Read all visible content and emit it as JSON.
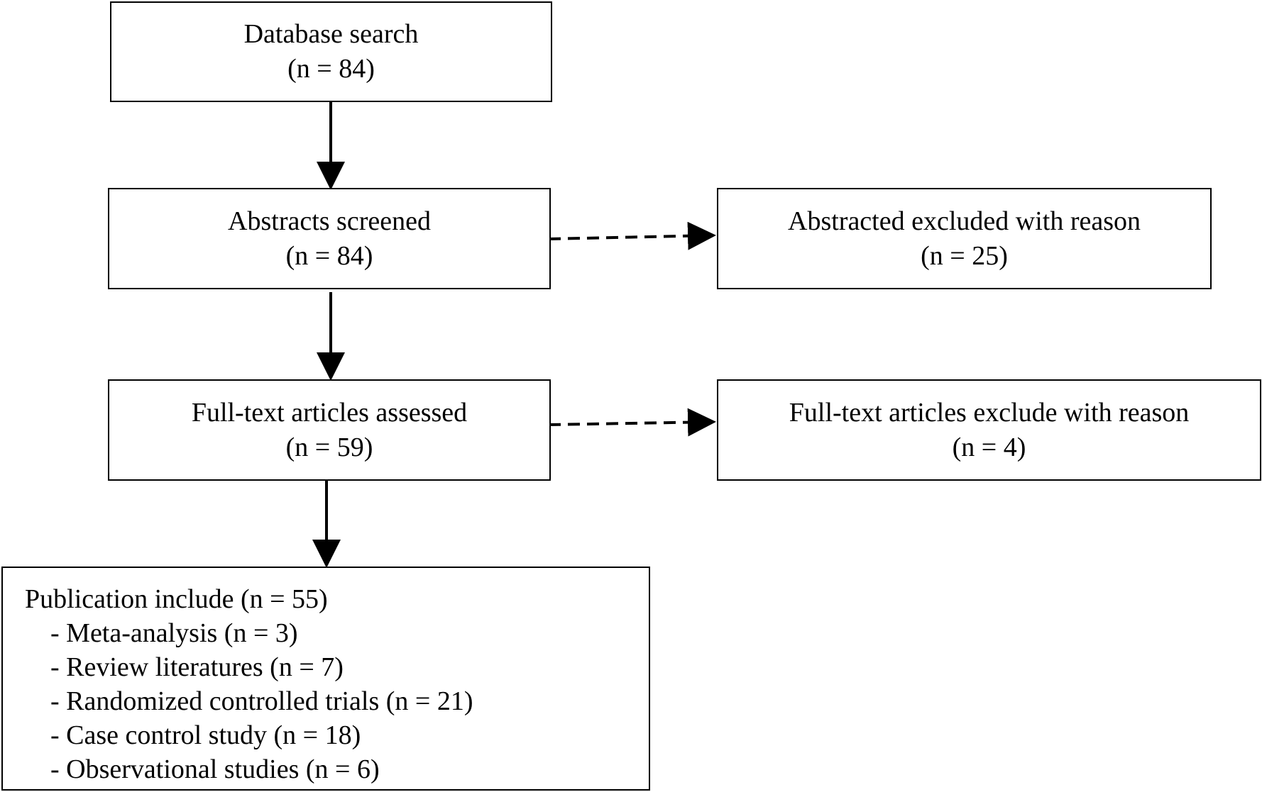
{
  "boxes": {
    "database_search": {
      "title": "Database search",
      "count": "(n = 84)"
    },
    "abstracts_screened": {
      "title": "Abstracts screened",
      "count": "(n = 84)"
    },
    "abstracts_excluded": {
      "title": "Abstracted excluded with reason",
      "count": "(n = 25)"
    },
    "fulltext_assessed": {
      "title": "Full-text articles assessed",
      "count": "(n = 59)"
    },
    "fulltext_excluded": {
      "title": "Full-text articles exclude with reason",
      "count": "(n = 4)"
    },
    "publication_include": {
      "title": "Publication include (n = 55)",
      "items": [
        "- Meta-analysis (n = 3)",
        "- Review literatures (n = 7)",
        "- Randomized controlled trials (n = 21)",
        "- Case control study (n = 18)",
        "- Observational studies (n = 6)"
      ]
    }
  }
}
